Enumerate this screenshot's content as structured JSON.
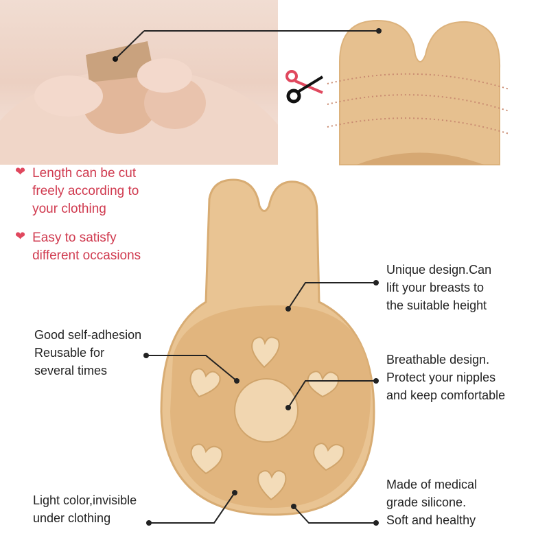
{
  "product": "Adhesive rabbit-ear lift bra pad",
  "bullets": [
    {
      "icon": "heart-icon",
      "lines": [
        "Length can be cut",
        "freely according to",
        "your clothing"
      ]
    },
    {
      "icon": "heart-icon",
      "lines": [
        "Easy to satisfy",
        "different occasions"
      ]
    }
  ],
  "callouts": {
    "unique": {
      "lines": [
        "Unique design.Can",
        "lift your breasts to",
        "the suitable height"
      ]
    },
    "adhesion": {
      "lines": [
        "Good self-adhesion",
        "Reusable for",
        "several times"
      ]
    },
    "breathable": {
      "lines": [
        "Breathable design.",
        "Protect your nipples",
        "and keep comfortable"
      ]
    },
    "light": {
      "lines": [
        "Light color,invisible",
        "under clothing"
      ]
    },
    "silicone": {
      "lines": [
        "Made of medical",
        "grade silicone.",
        "Soft and healthy"
      ]
    }
  },
  "colors": {
    "accent_red": "#d03a4f",
    "skin_tan": "#e8c08c",
    "text_dark": "#222222"
  }
}
